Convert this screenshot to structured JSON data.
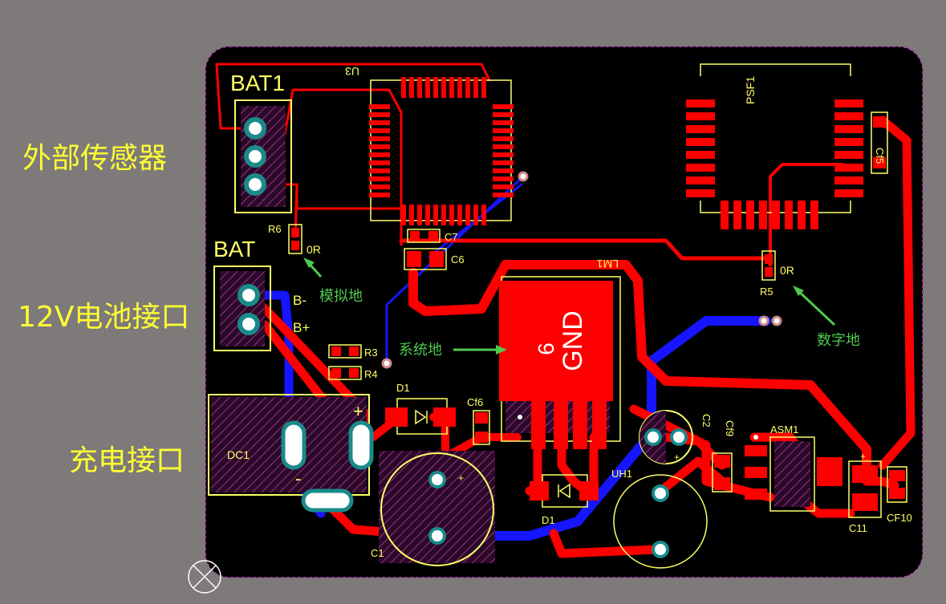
{
  "callouts": {
    "sensor": "外部传感器",
    "battery": "12V电池接口",
    "charge": "充电接口"
  },
  "designators": {
    "bat1": "BAT1",
    "bat": "BAT",
    "u3": "U3",
    "psf1": "PSF1",
    "lm1": "LM1",
    "r6": "R6",
    "r5": "R5",
    "r3": "R3",
    "r4": "R4",
    "c7": "C7",
    "c6": "C6",
    "cf5": "Cf5",
    "cf6": "Cf6",
    "cf9": "Cf9",
    "cf10": "CF10",
    "c11": "C11",
    "c2": "C2",
    "c1": "C1",
    "dc1": "DC1",
    "d1_top": "D1",
    "d1_bot": "D1",
    "uh1": "UH1",
    "asm1": "ASM1",
    "r6_value": "0R",
    "r5_value": "0R"
  },
  "pin_labels": {
    "b_minus": "B-",
    "b_plus": "B+",
    "plus_dc": "+",
    "minus_dc": "-",
    "plus_c1": "+",
    "plus_c2": "+",
    "plus_c11": "+"
  },
  "big_pad": {
    "number": "6",
    "net": "GND"
  },
  "annotations": {
    "analog_ground": "模拟地",
    "system_ground": "系统地",
    "digital_ground": "数字地"
  },
  "colors": {
    "background": "#7d7a79",
    "board": "#000000",
    "copper_top": "#ff0000",
    "copper_bottom": "#1515ff",
    "silkscreen": "#ffff66",
    "pad_hole": "#1a8a8a",
    "annotation": "#4fc84f",
    "callout_text": "#ffff33"
  }
}
